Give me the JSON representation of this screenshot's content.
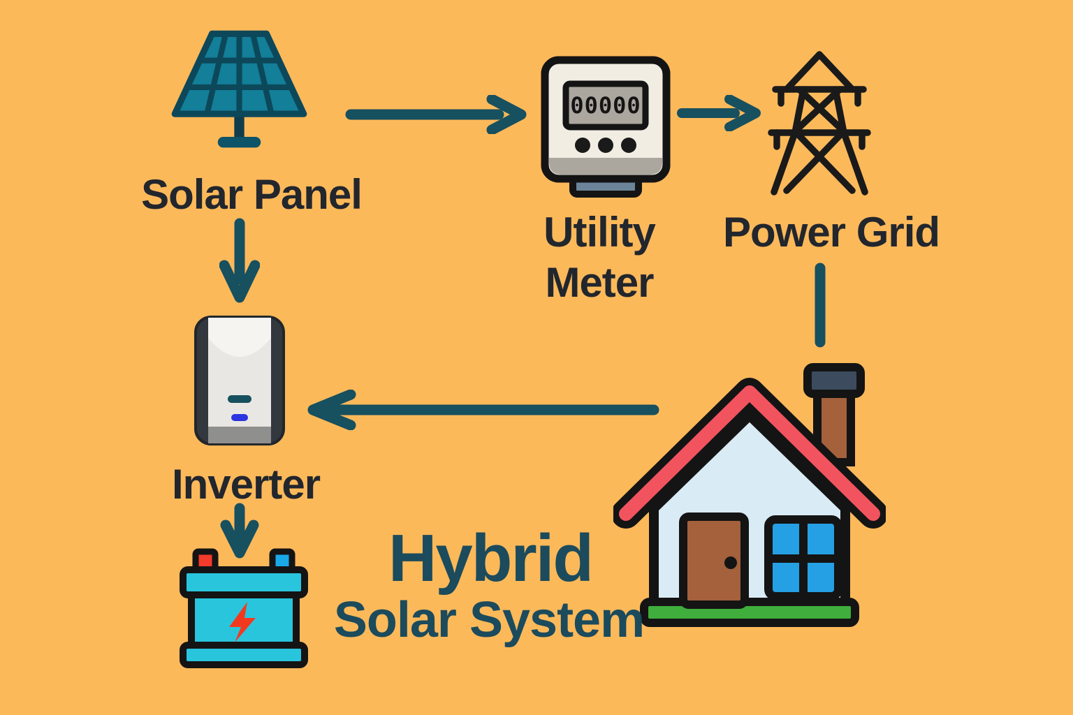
{
  "diagram": {
    "title_line1": "Hybrid",
    "title_line2": "Solar System",
    "nodes": {
      "solar_panel": {
        "label": "Solar Panel",
        "icon": "solar-panel-icon"
      },
      "utility_meter": {
        "label_line1": "Utility",
        "label_line2": "Meter",
        "display_value": "00000",
        "icon": "utility-meter-icon"
      },
      "power_grid": {
        "label": "Power Grid",
        "icon": "power-grid-tower-icon"
      },
      "inverter": {
        "label": "Inverter",
        "icon": "inverter-icon"
      },
      "battery": {
        "icon": "battery-icon"
      },
      "house": {
        "icon": "house-icon"
      }
    },
    "arrows": [
      {
        "from": "solar-panel",
        "to": "utility-meter",
        "direction": "right"
      },
      {
        "from": "utility-meter",
        "to": "power-grid",
        "direction": "right"
      },
      {
        "from": "solar-panel",
        "to": "inverter",
        "direction": "down"
      },
      {
        "from": "power-grid",
        "to": "house",
        "direction": "down",
        "style": "line-no-head"
      },
      {
        "from": "house",
        "to": "inverter",
        "direction": "left"
      },
      {
        "from": "inverter",
        "to": "battery",
        "direction": "down"
      }
    ],
    "colors": {
      "background": "#FCB95A",
      "arrow": "#17505F",
      "node_label": "#22262D",
      "title": "#1B4B5C",
      "outline_black": "#141414",
      "solar_cell": "#137F99",
      "solar_frame": "#0C485A",
      "meter_body": "#F2EDE3",
      "meter_display_gray": "#ABA79E",
      "meter_tab_gray": "#6C8499",
      "inverter_dark": "#33383E",
      "inverter_front": "#E9E7E3",
      "inverter_led_blue": "#2B35E0",
      "battery_cyan": "#29C5DD",
      "terminal_red": "#F23B2B",
      "terminal_blue": "#1AA9E8",
      "bolt_red": "#F2391F",
      "roof_red": "#F2545F",
      "house_wall": "#D9EBF4",
      "door_brown": "#A4613C",
      "window_blue": "#25A0E4",
      "base_green": "#3FAE3C",
      "chimney_cap_slate": "#3C4C5E"
    }
  }
}
